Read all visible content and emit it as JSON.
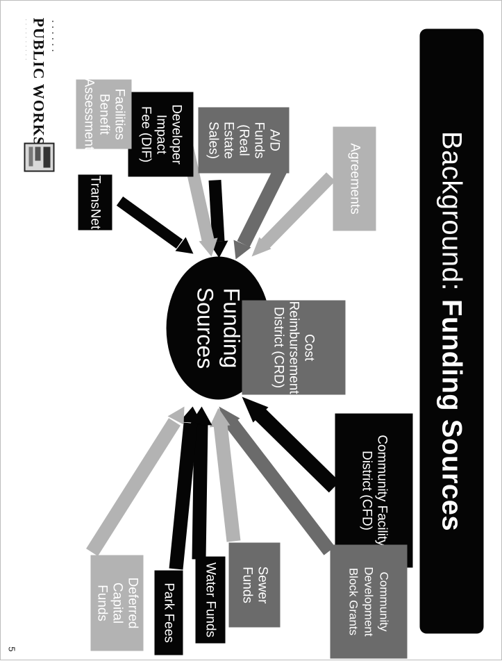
{
  "title": {
    "plain": "Background:",
    "bold": "Funding Sources"
  },
  "hub": {
    "label": "Funding\nSources"
  },
  "boxes": [
    {
      "id": "cfd",
      "label": "Community Facility\nDistrict (CFD)"
    },
    {
      "id": "cdbg",
      "label": "Community Development\nBlock Grants"
    },
    {
      "id": "sewer",
      "label": "Sewer\nFunds"
    },
    {
      "id": "water",
      "label": "Water Funds"
    },
    {
      "id": "park",
      "label": "Park Fees"
    },
    {
      "id": "deferred",
      "label": "Deferred Capital\nFunds"
    },
    {
      "id": "crd",
      "label": "Cost\nReimbursement\nDistrict (CRD)"
    },
    {
      "id": "agreements",
      "label": "Agreements"
    },
    {
      "id": "ad",
      "label": "A/D Funds\n(Real Estate\nSales)"
    },
    {
      "id": "dif",
      "label": "Developer Impact\nFee (DIF)"
    },
    {
      "id": "fba",
      "label": "Facilities\nBenefit\nAssessment"
    },
    {
      "id": "transnet",
      "label": "TransNet"
    }
  ],
  "logo": {
    "name": "PUBLIC WORKS"
  },
  "page_number": "5"
}
